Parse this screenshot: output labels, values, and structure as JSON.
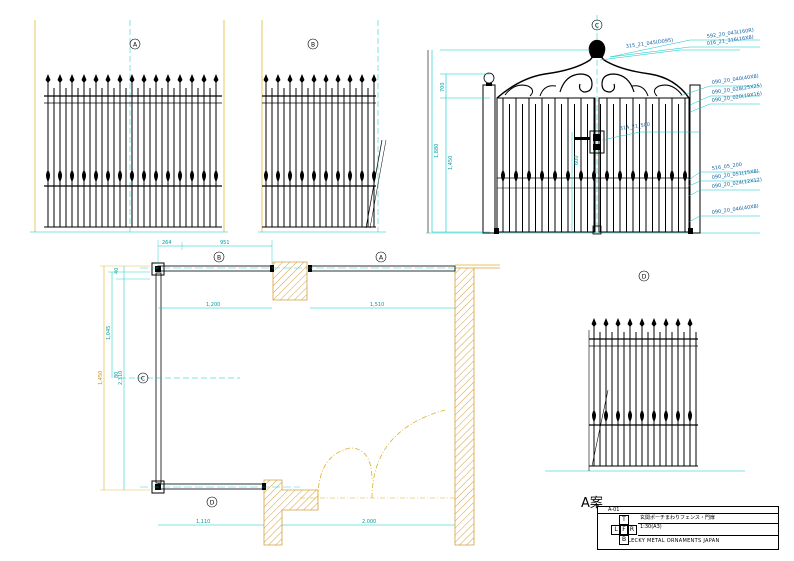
{
  "views": {
    "elevation_a_tag": "A",
    "elevation_b_tag": "B",
    "elevation_c_tag": "C",
    "elevation_d_tag": "D",
    "plan_a_tag": "A",
    "plan_b_tag": "B",
    "plan_c_tag": "C",
    "plan_d_tag": "D"
  },
  "gate_dimensions": {
    "height_total": "1,880",
    "height_fence": "1,450",
    "height_top": "700",
    "center": "600"
  },
  "gate_leaders": [
    "315_21_045(D095)",
    "592_20_043(160R)",
    "016_21_316(16X8)",
    "090_20_040(40X8)",
    "090_20_028(25X25)",
    "090_20_020(19X16)",
    "314_21_500",
    "516_05_200",
    "090_20_051(15X8)",
    "090_20_024(12X12)",
    "090_20_046(40X8)"
  ],
  "plan_dimensions": {
    "top_left_short": "264",
    "top_left": "951",
    "mid_left": "1,200",
    "mid_right": "1,510",
    "side_total": "1,450",
    "side_inner": "2,310",
    "side_upper": "1,045",
    "side_small_a": "80",
    "side_small_b": "40",
    "bottom_left": "1,110",
    "bottom_right": "2,000"
  },
  "plan_title": "A案",
  "title_block": {
    "code": "A-01",
    "title": "玄関ポーチまわりフェンス・門扉",
    "scale": "1:30(A3)",
    "company": "LECKY METAL ORNAMENTS JAPAN",
    "box_t": "T",
    "box_l": "L",
    "box_f": "F",
    "box_r": "R",
    "box_b": "B"
  },
  "colors": {
    "line": "#000000",
    "cyan": "#00c8c8",
    "yellow": "#e0b020",
    "blue_text": "#1060a0",
    "hatch": "#d4a040"
  }
}
